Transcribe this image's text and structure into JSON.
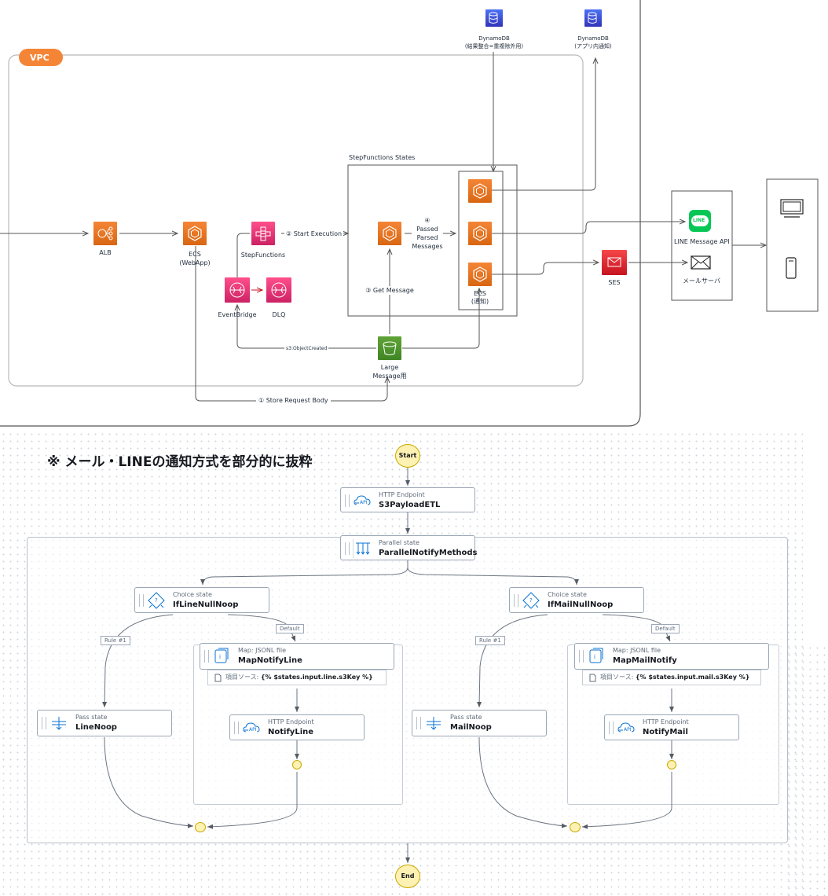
{
  "aws": {
    "vpc_label": "VPC",
    "alb": "ALB",
    "ecs_webapp": [
      "ECS",
      "(WebApp)"
    ],
    "stepfunctions": "StepFunctions",
    "eventbridge": "EventBridge",
    "dlq": "DLQ",
    "start_execution": "② Start Execution",
    "sf_states_title": "StepFunctions States",
    "passed_msg": [
      "④",
      "Passed",
      "Parsed",
      "Messages"
    ],
    "get_message": "③ Get Message",
    "ecs_notify": [
      "ECS",
      "(通知)"
    ],
    "s3_created": "s3:ObjectCreated",
    "large_message": [
      "Large",
      "Message用"
    ],
    "store_request": "① Store Request Body",
    "dynamo_dedup": [
      "DynamoDB",
      "(結果整合=重複除外用)"
    ],
    "dynamo_app": [
      "DynamoDB",
      "(アプリ内通知)"
    ],
    "ses": "SES",
    "line_api": "LINE Message API",
    "line_logo": "LINE",
    "mail_server": "メールサーバ"
  },
  "sf": {
    "heading": "※ メール・LINEの通知方式を部分的に抜粋",
    "start": "Start",
    "end": "End",
    "etl": {
      "type": "HTTP Endpoint",
      "name": "S3PayloadETL"
    },
    "parallel": {
      "type": "Parallel state",
      "name": "ParallelNotifyMethods"
    },
    "choice_line": {
      "type": "Choice state",
      "name": "IfLineNullNoop"
    },
    "choice_mail": {
      "type": "Choice state",
      "name": "IfMailNullNoop"
    },
    "rule": "Rule #1",
    "default": "Default",
    "pass_line": {
      "type": "Pass state",
      "name": "LineNoop"
    },
    "pass_mail": {
      "type": "Pass state",
      "name": "MailNoop"
    },
    "map_line": {
      "type": "Map: JSONL file",
      "name": "MapNotifyLine"
    },
    "map_mail": {
      "type": "Map: JSONL file",
      "name": "MapMailNotify"
    },
    "src_label": "項目ソース:",
    "src_line": "{% $states.input.line.s3Key %}",
    "src_mail": "{% $states.input.mail.s3Key %}",
    "notify_line": {
      "type": "HTTP Endpoint",
      "name": "NotifyLine"
    },
    "notify_mail": {
      "type": "HTTP Endpoint",
      "name": "NotifyMail"
    }
  }
}
